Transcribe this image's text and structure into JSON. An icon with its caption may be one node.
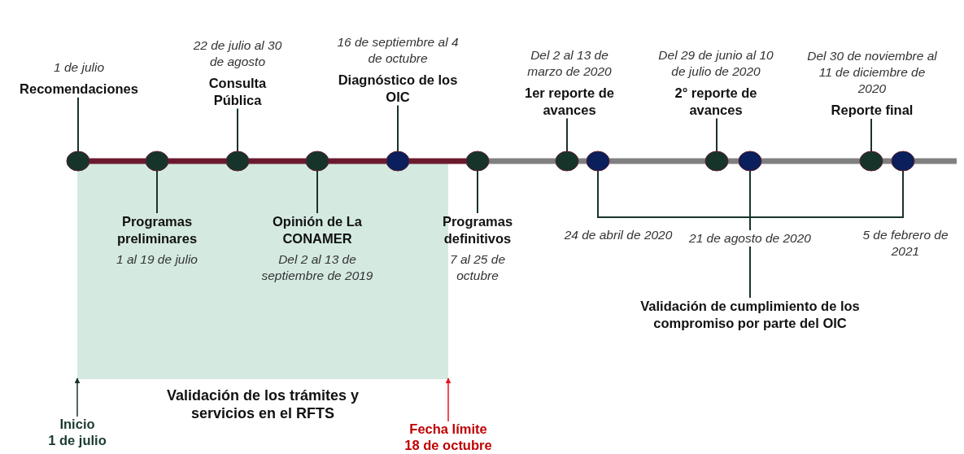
{
  "diagram": {
    "nodes": [
      {
        "text": [
          "1 de julio",
          "Recomendaciones"
        ]
      },
      {
        "text": [
          "22 de julio al 30 de agosto",
          "Consulta Pública"
        ]
      },
      {
        "text": [
          "16 de septiembre al 4 de octubre",
          "Diagnóstico de los OIC"
        ]
      },
      {
        "text": [
          "Del 2 al 13 de marzo de 2020",
          "1er reporte de avances"
        ]
      },
      {
        "text": [
          "Del 29 de junio al 10 de julio de 2020",
          "2° reporte de avances"
        ]
      },
      {
        "text": [
          "Del 30 de noviembre al 11 de diciembre de 2020",
          "Reporte final"
        ]
      },
      {
        "text": [],
        "shape": "circle"
      },
      {
        "text": [],
        "shape": "circle"
      },
      {
        "text": [],
        "shape": "circle"
      },
      {
        "text": [],
        "shape": "circle"
      },
      {
        "text": [],
        "shape": "circle"
      },
      {
        "text": [],
        "shape": "circle"
      },
      {
        "text": [],
        "shape": "circle"
      },
      {
        "text": [],
        "shape": "circle"
      },
      {
        "text": [],
        "shape": "circle"
      },
      {
        "text": [],
        "shape": "circle"
      },
      {
        "text": [],
        "shape": "circle"
      },
      {
        "text": [],
        "shape": "circle"
      },
      {
        "text": [
          "Validación de los trámites y servicios en el RFTS"
        ]
      },
      {
        "text": [
          "Programas preliminares",
          "1 al 19 de julio"
        ],
        "in": 18
      },
      {
        "text": [
          "Opinión de La CONAMER",
          "Del 2 al 13 de septiembre de 2019"
        ],
        "in": 18
      },
      {
        "text": [
          "Programas definitivos",
          "7 al 25 de octubre"
        ]
      },
      {
        "text": [
          "Validación de cumplimiento de los compromiso por parte del OIC"
        ]
      },
      {
        "text": [
          "Inicio",
          "1 de julio"
        ]
      },
      {
        "text": [
          "Fecha límite",
          "18 de octubre"
        ]
      }
    ],
    "edges": [
      {
        "from": 6,
        "to": 7,
        "arrow": "none",
        "style": "thick",
        "color": "#6b1a2e"
      },
      {
        "from": 7,
        "to": 8,
        "arrow": "none",
        "style": "thick",
        "color": "#6b1a2e"
      },
      {
        "from": 8,
        "to": 9,
        "arrow": "none",
        "style": "thick",
        "color": "#6b1a2e"
      },
      {
        "from": 9,
        "to": 10,
        "arrow": "none",
        "style": "thick",
        "color": "#6b1a2e"
      },
      {
        "from": 10,
        "to": 11,
        "arrow": "none",
        "style": "thick",
        "color": "#6b1a2e"
      },
      {
        "from": 11,
        "to": 12,
        "arrow": "none",
        "style": "thick",
        "color": "#808080"
      },
      {
        "from": 12,
        "to": 13,
        "arrow": "none",
        "style": "thick",
        "color": "#808080"
      },
      {
        "from": 13,
        "to": 14,
        "arrow": "none",
        "style": "thick",
        "color": "#808080"
      },
      {
        "from": 14,
        "to": 15,
        "arrow": "none",
        "style": "thick",
        "color": "#808080"
      },
      {
        "from": 15,
        "to": 16,
        "arrow": "none",
        "style": "thick",
        "color": "#808080"
      },
      {
        "from": 16,
        "to": 17,
        "arrow": "none",
        "style": "thick",
        "color": "#808080"
      },
      {
        "from": 0,
        "to": 6,
        "arrow": "none"
      },
      {
        "from": 1,
        "to": 8,
        "arrow": "none"
      },
      {
        "from": 2,
        "to": 10,
        "arrow": "none"
      },
      {
        "from": 3,
        "to": 12,
        "arrow": "none"
      },
      {
        "from": 4,
        "to": 14,
        "arrow": "none"
      },
      {
        "from": 5,
        "to": 16,
        "arrow": "none"
      },
      {
        "from": 19,
        "to": 7,
        "arrow": "none"
      },
      {
        "from": 20,
        "to": 9,
        "arrow": "none"
      },
      {
        "from": 21,
        "to": 11,
        "arrow": "none"
      },
      {
        "from": 13,
        "to": 22,
        "arrow": "none"
      },
      {
        "from": 15,
        "to": 22,
        "arrow": "none"
      },
      {
        "from": 17,
        "to": 22,
        "arrow": "none"
      },
      {
        "from": 23,
        "to": 18,
        "arrow": "to"
      },
      {
        "from": 24,
        "to": 18,
        "arrow": "to",
        "color": "#e8141d"
      }
    ],
    "labels": [
      "24 de abril de 2020",
      "21 de agosto de 2020",
      "5 de febrero de 2021"
    ]
  }
}
